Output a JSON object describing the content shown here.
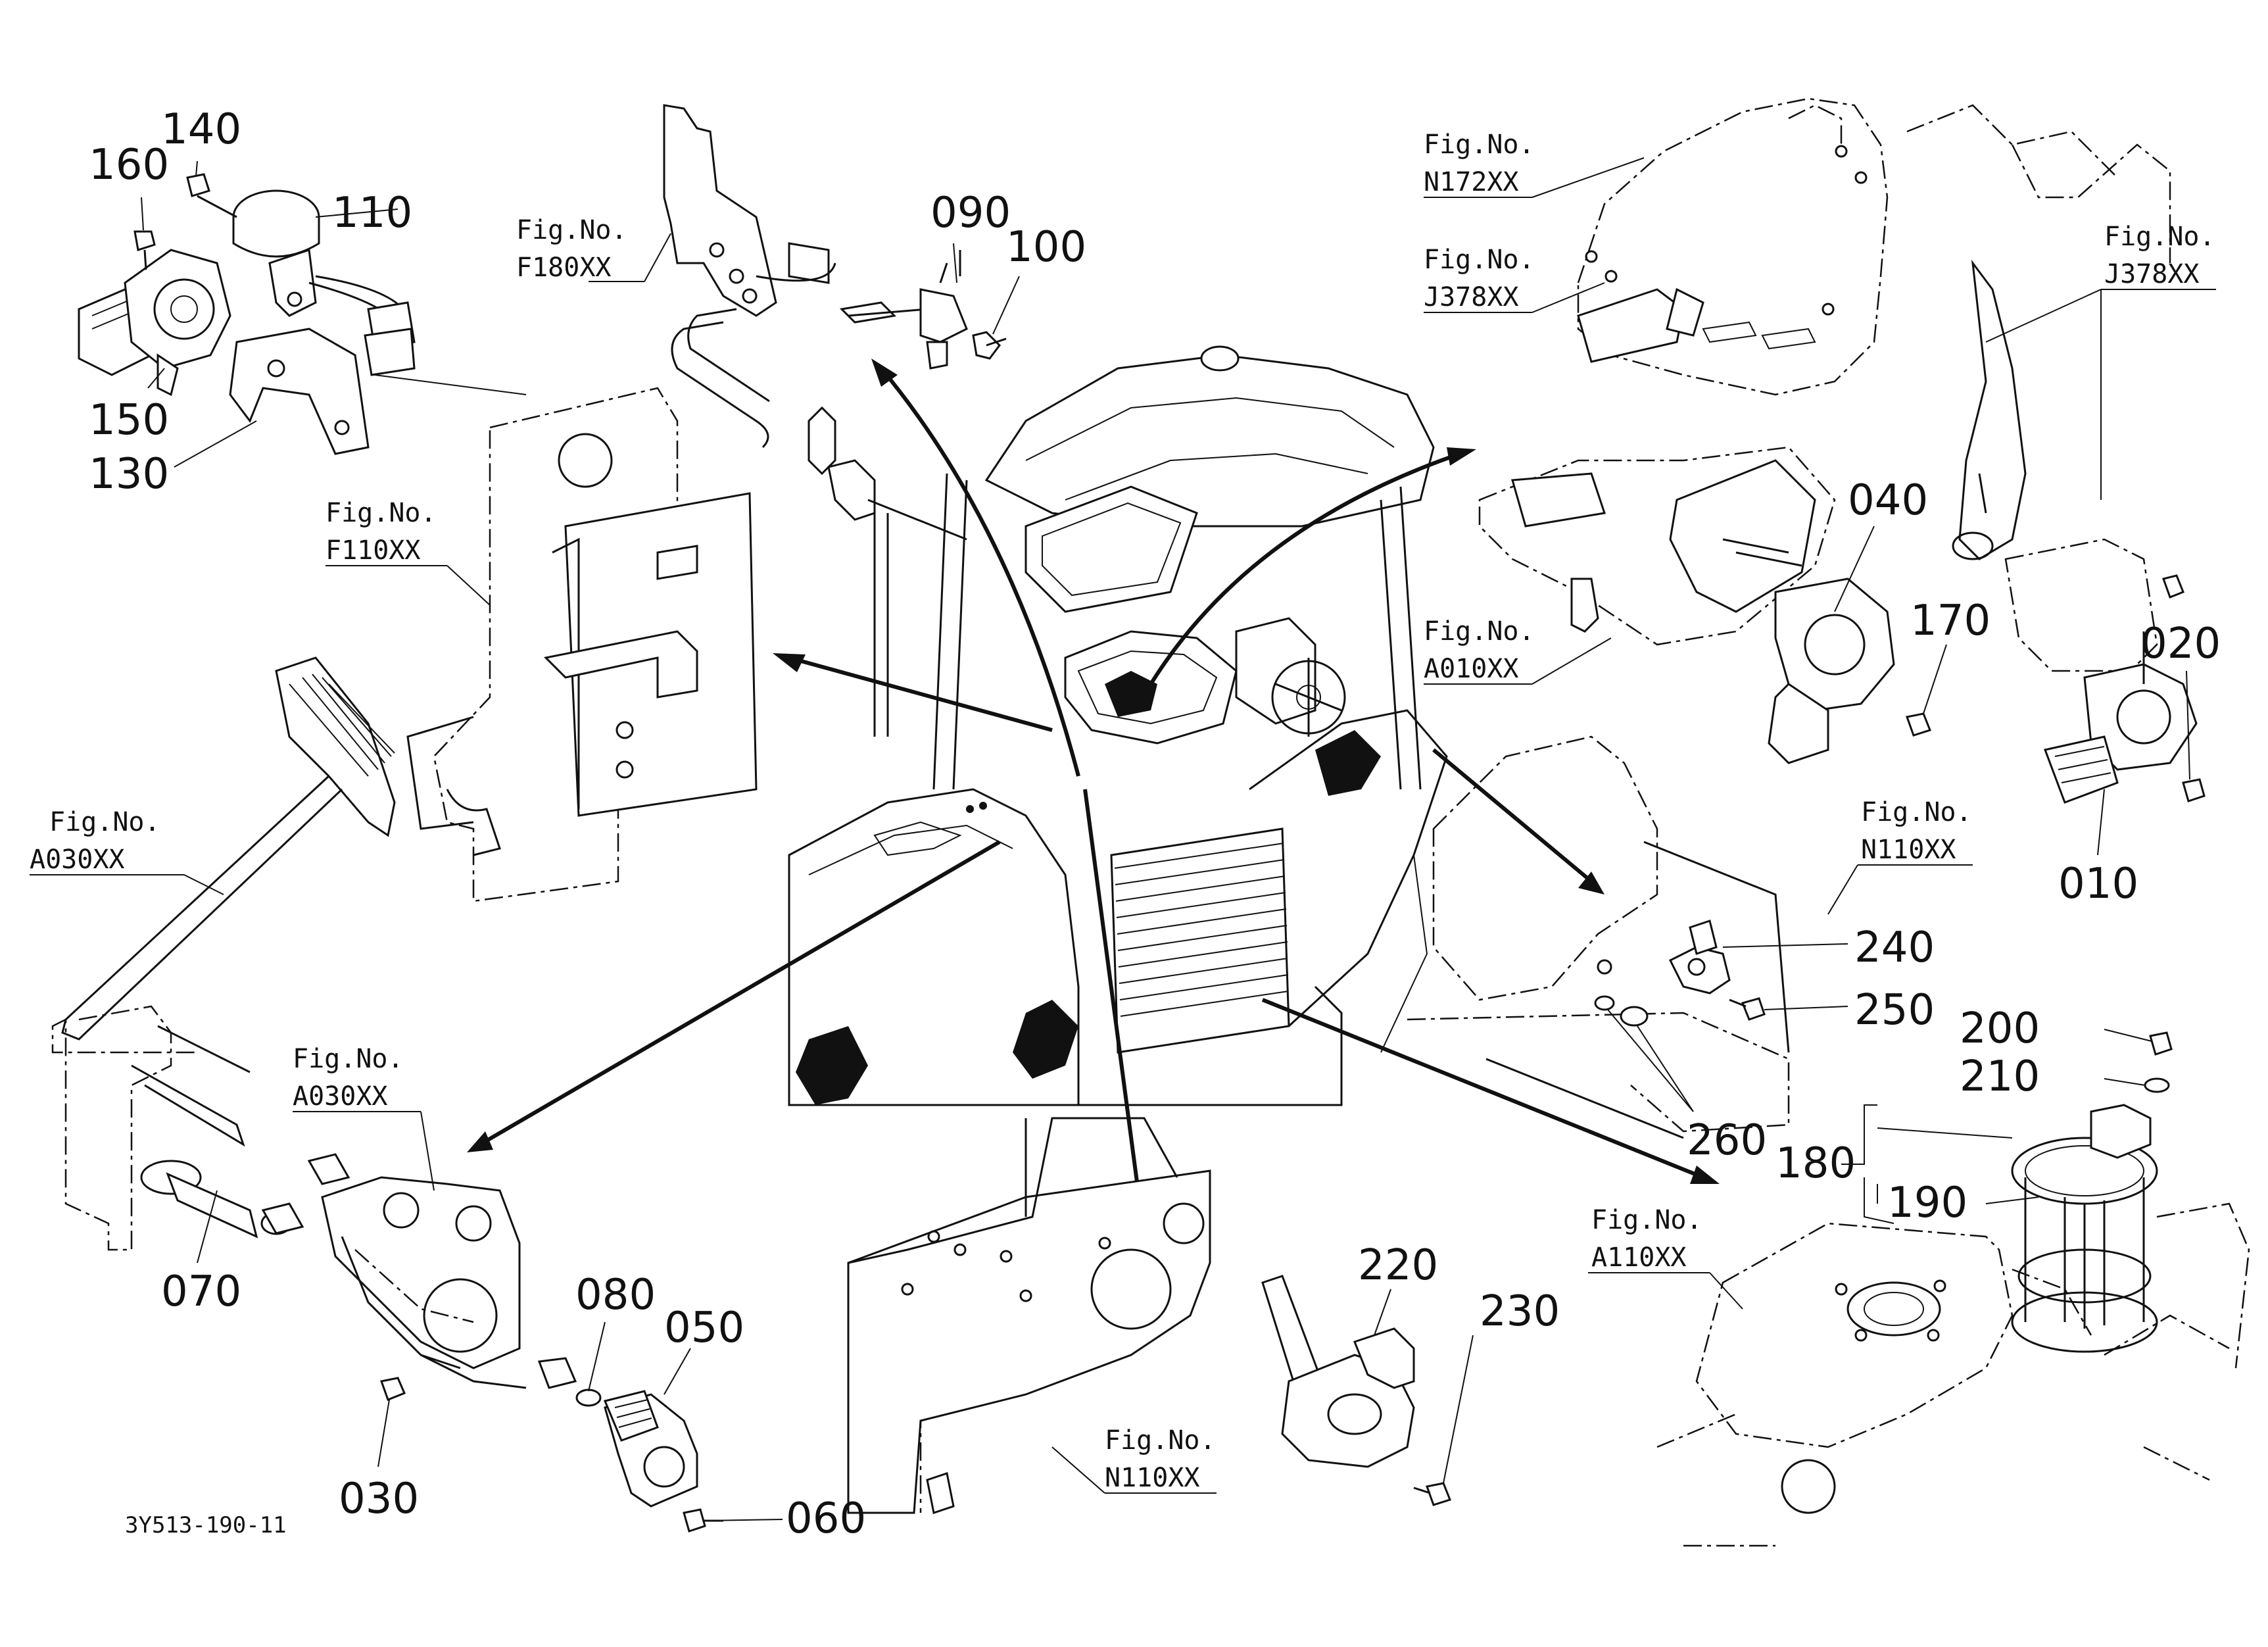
{
  "drawing_id": "3Y513-190-11",
  "fig_refs": {
    "f180": {
      "prefix": "Fig.No.",
      "code": "F180XX"
    },
    "f110": {
      "prefix": "Fig.No.",
      "code": "F110XX"
    },
    "a030_top": {
      "prefix": "Fig.No.",
      "code": "A030XX"
    },
    "a030_bottom": {
      "prefix": "Fig.No.",
      "code": "A030XX"
    },
    "n172": {
      "prefix": "Fig.No.",
      "code": "N172XX"
    },
    "j378_left": {
      "prefix": "Fig.No.",
      "code": "J378XX"
    },
    "j378_right": {
      "prefix": "Fig.No.",
      "code": "J378XX"
    },
    "a010": {
      "prefix": "Fig.No.",
      "code": "A010XX"
    },
    "n110_right": {
      "prefix": "Fig.No.",
      "code": "N110XX"
    },
    "n110_bottom": {
      "prefix": "Fig.No.",
      "code": "N110XX"
    },
    "a110": {
      "prefix": "Fig.No.",
      "code": "A110XX"
    }
  },
  "parts": {
    "p010": "010",
    "p020": "020",
    "p030": "030",
    "p040": "040",
    "p050": "050",
    "p060": "060",
    "p070": "070",
    "p080": "080",
    "p090": "090",
    "p100": "100",
    "p110": "110",
    "p130": "130",
    "p140": "140",
    "p150": "150",
    "p160": "160",
    "p170": "170",
    "p180": "180",
    "p190": "190",
    "p200": "200",
    "p210": "210",
    "p220": "220",
    "p230": "230",
    "p240": "240",
    "p250": "250",
    "p260": "260"
  }
}
